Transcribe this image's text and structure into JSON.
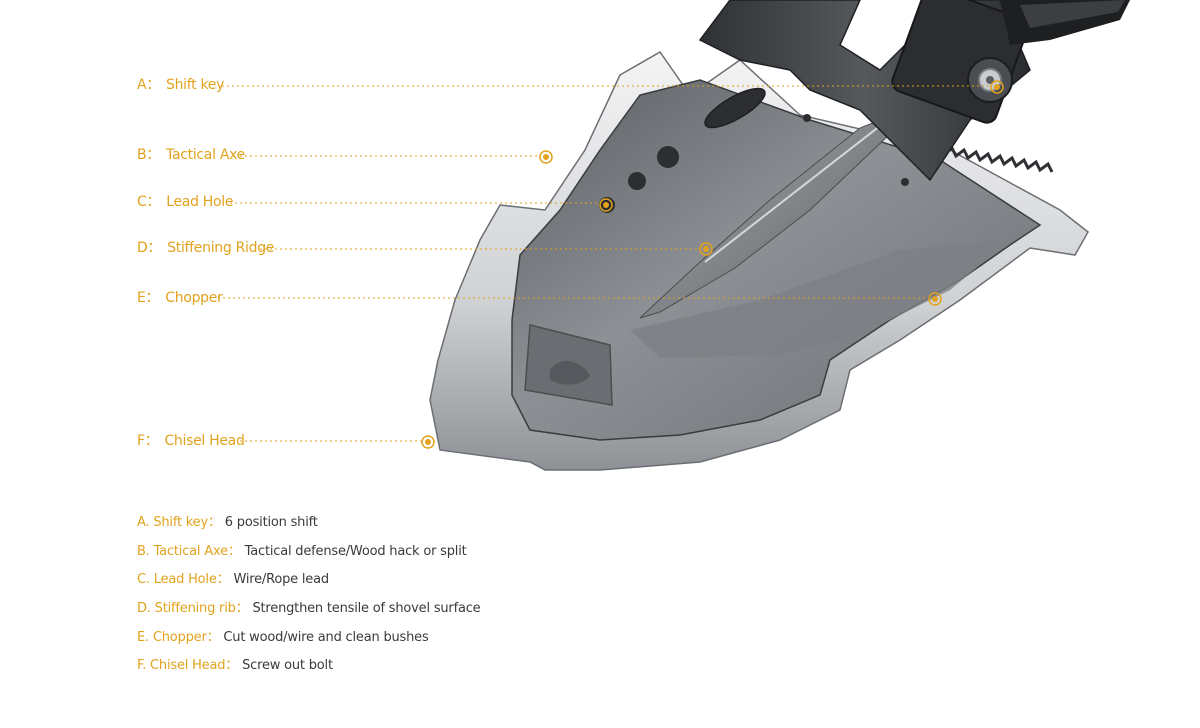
{
  "colors": {
    "accent": "#e1a21d",
    "body_text": "#3a3a3a",
    "metal_dark": "#3b3d40",
    "metal_light": "#e9eaeb"
  },
  "callouts": [
    {
      "letter": "A：",
      "label": "Shift key"
    },
    {
      "letter": "B：",
      "label": "Tactical Axe"
    },
    {
      "letter": "C：",
      "label": "Lead Hole"
    },
    {
      "letter": "D：",
      "label": "Stiffening Ridge"
    },
    {
      "letter": "E：",
      "label": "Chopper"
    },
    {
      "letter": "F：",
      "label": "Chisel Head"
    }
  ],
  "specs": [
    {
      "key": "A.  Shift key：",
      "value": "6 position shift"
    },
    {
      "key": "B.  Tactical Axe：",
      "value": "Tactical defense/Wood hack or split"
    },
    {
      "key": "C.  Lead Hole：",
      "value": "Wire/Rope lead"
    },
    {
      "key": "D.  Stiffening rib：",
      "value": "Strengthen tensile of shovel surface"
    },
    {
      "key": "E.  Chopper：",
      "value": "Cut wood/wire and clean bushes"
    },
    {
      "key": "F.  Chisel Head：",
      "value": "Screw out bolt"
    }
  ]
}
